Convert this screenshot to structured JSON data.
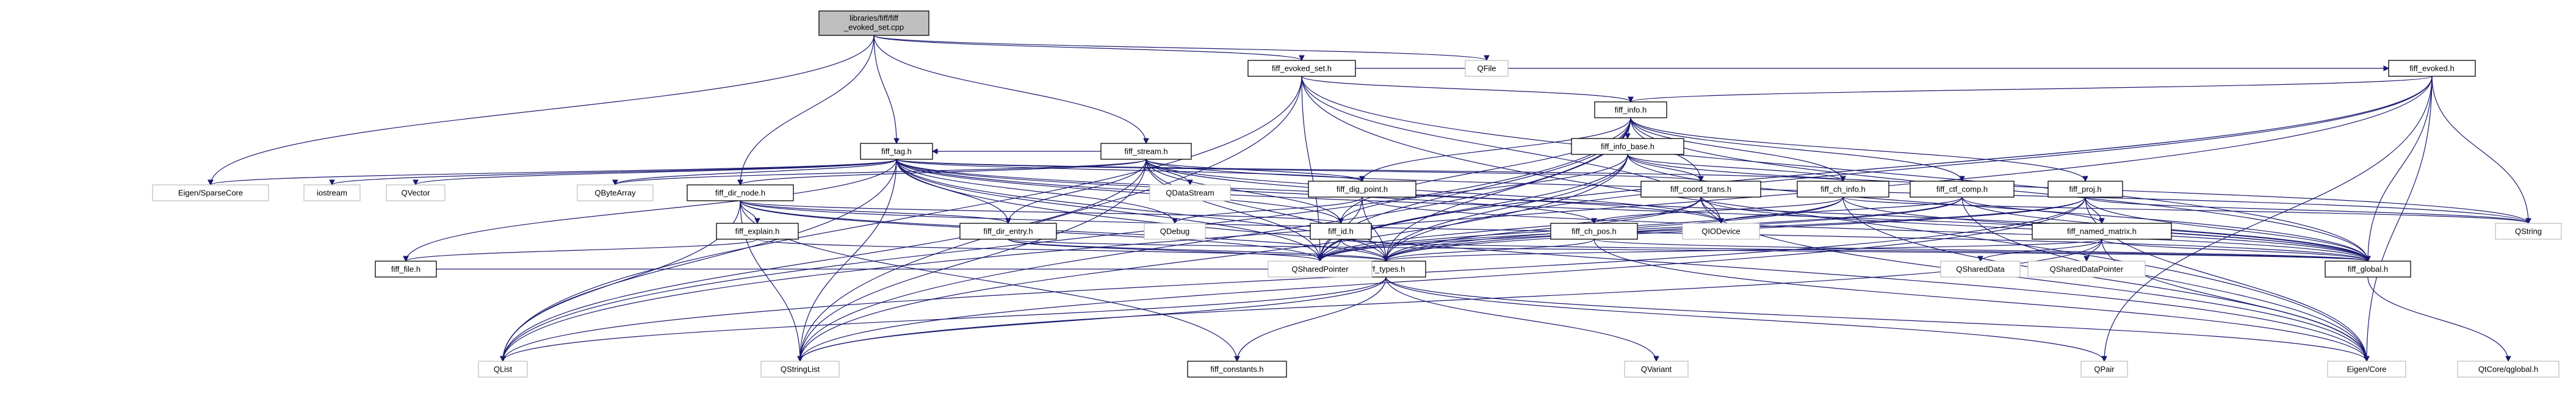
{
  "diagram": {
    "root_id": "root",
    "nodes": [
      {
        "id": "root",
        "lines": [
          "libraries/fiff/fiff",
          "_evoked_set.cpp"
        ],
        "root": true
      },
      {
        "id": "evoked_set_h",
        "lines": [
          "fiff_evoked_set.h"
        ]
      },
      {
        "id": "qfile",
        "lines": [
          "QFile"
        ],
        "external": true
      },
      {
        "id": "evoked_h",
        "lines": [
          "fiff_evoked.h"
        ]
      },
      {
        "id": "info_h",
        "lines": [
          "fiff_info.h"
        ]
      },
      {
        "id": "info_base_h",
        "lines": [
          "fiff_info_base.h"
        ]
      },
      {
        "id": "tag_h",
        "lines": [
          "fiff_tag.h"
        ]
      },
      {
        "id": "stream_h",
        "lines": [
          "fiff_stream.h"
        ]
      },
      {
        "id": "dig_point_h",
        "lines": [
          "fiff_dig_point.h"
        ]
      },
      {
        "id": "coord_trans_h",
        "lines": [
          "fiff_coord_trans.h"
        ]
      },
      {
        "id": "ch_info_h",
        "lines": [
          "fiff_ch_info.h"
        ]
      },
      {
        "id": "ctf_comp_h",
        "lines": [
          "fiff_ctf_comp.h"
        ]
      },
      {
        "id": "proj_h",
        "lines": [
          "fiff_proj.h"
        ]
      },
      {
        "id": "dir_node_h",
        "lines": [
          "fiff_dir_node.h"
        ]
      },
      {
        "id": "explain_h",
        "lines": [
          "fiff_explain.h"
        ]
      },
      {
        "id": "dir_entry_h",
        "lines": [
          "fiff_dir_entry.h"
        ]
      },
      {
        "id": "id_h",
        "lines": [
          "fiff_id.h"
        ]
      },
      {
        "id": "ch_pos_h",
        "lines": [
          "fiff_ch_pos.h"
        ]
      },
      {
        "id": "named_matrix_h",
        "lines": [
          "fiff_named_matrix.h"
        ]
      },
      {
        "id": "file_h",
        "lines": [
          "fiff_file.h"
        ]
      },
      {
        "id": "types_h",
        "lines": [
          "fiff_types.h"
        ]
      },
      {
        "id": "global_h",
        "lines": [
          "fiff_global.h"
        ]
      },
      {
        "id": "constants_h",
        "lines": [
          "fiff_constants.h"
        ]
      },
      {
        "id": "eigen_sparse",
        "lines": [
          "Eigen/SparseCore"
        ],
        "external": true
      },
      {
        "id": "iostream",
        "lines": [
          "iostream"
        ],
        "external": true
      },
      {
        "id": "qvector",
        "lines": [
          "QVector"
        ],
        "external": true
      },
      {
        "id": "qbytearray",
        "lines": [
          "QByteArray"
        ],
        "external": true
      },
      {
        "id": "qdatastream",
        "lines": [
          "QDataStream"
        ],
        "external": true
      },
      {
        "id": "qdebug",
        "lines": [
          "QDebug"
        ],
        "external": true
      },
      {
        "id": "qiodevice",
        "lines": [
          "QIODevice"
        ],
        "external": true
      },
      {
        "id": "qstring",
        "lines": [
          "QString"
        ],
        "external": true
      },
      {
        "id": "qshareddata",
        "lines": [
          "QSharedData"
        ],
        "external": true
      },
      {
        "id": "qshareddatapointer",
        "lines": [
          "QSharedDataPointer"
        ],
        "external": true
      },
      {
        "id": "qsharedpointer",
        "lines": [
          "QSharedPointer"
        ],
        "external": true
      },
      {
        "id": "qlist",
        "lines": [
          "QList"
        ],
        "external": true
      },
      {
        "id": "qstringlist",
        "lines": [
          "QStringList"
        ],
        "external": true
      },
      {
        "id": "qvariant",
        "lines": [
          "QVariant"
        ],
        "external": true
      },
      {
        "id": "qpair",
        "lines": [
          "QPair"
        ],
        "external": true
      },
      {
        "id": "eigen_core",
        "lines": [
          "Eigen/Core"
        ],
        "external": true
      },
      {
        "id": "qtcoreglobal",
        "lines": [
          "QtCore/qglobal.h"
        ],
        "external": true
      }
    ],
    "edges": [
      [
        "root",
        "evoked_set_h"
      ],
      [
        "root",
        "qfile"
      ],
      [
        "root",
        "tag_h"
      ],
      [
        "root",
        "stream_h"
      ],
      [
        "root",
        "dir_node_h"
      ],
      [
        "root",
        "eigen_sparse"
      ],
      [
        "evoked_set_h",
        "evoked_h"
      ],
      [
        "evoked_set_h",
        "info_h"
      ],
      [
        "evoked_set_h",
        "global_h"
      ],
      [
        "evoked_set_h",
        "eigen_core"
      ],
      [
        "evoked_set_h",
        "qsharedpointer"
      ],
      [
        "evoked_set_h",
        "qlist"
      ],
      [
        "evoked_set_h",
        "qstringlist"
      ],
      [
        "evoked_set_h",
        "qiodevice"
      ],
      [
        "evoked_h",
        "info_h"
      ],
      [
        "evoked_h",
        "global_h"
      ],
      [
        "evoked_h",
        "types_h"
      ],
      [
        "evoked_h",
        "qstring"
      ],
      [
        "evoked_h",
        "eigen_core"
      ],
      [
        "evoked_h",
        "qsharedpointer"
      ],
      [
        "evoked_h",
        "qlist"
      ],
      [
        "evoked_h",
        "qpair"
      ],
      [
        "evoked_h",
        "qsharedpointer"
      ],
      [
        "info_h",
        "info_base_h"
      ],
      [
        "info_h",
        "types_h"
      ],
      [
        "info_h",
        "dig_point_h"
      ],
      [
        "info_h",
        "coord_trans_h"
      ],
      [
        "info_h",
        "ch_info_h"
      ],
      [
        "info_h",
        "ctf_comp_h"
      ],
      [
        "info_h",
        "proj_h"
      ],
      [
        "info_h",
        "global_h"
      ],
      [
        "info_h",
        "id_h"
      ],
      [
        "info_h",
        "qsharedpointer"
      ],
      [
        "info_h",
        "qlist"
      ],
      [
        "info_h",
        "qstringlist"
      ],
      [
        "info_base_h",
        "types_h"
      ],
      [
        "info_base_h",
        "id_h"
      ],
      [
        "info_base_h",
        "coord_trans_h"
      ],
      [
        "info_base_h",
        "ch_info_h"
      ],
      [
        "info_base_h",
        "global_h"
      ],
      [
        "info_base_h",
        "qsharedpointer"
      ],
      [
        "info_base_h",
        "qstring"
      ],
      [
        "info_base_h",
        "qstringlist"
      ],
      [
        "tag_h",
        "types_h"
      ],
      [
        "tag_h",
        "id_h"
      ],
      [
        "tag_h",
        "dig_point_h"
      ],
      [
        "tag_h",
        "coord_trans_h"
      ],
      [
        "tag_h",
        "ch_info_h"
      ],
      [
        "tag_h",
        "ch_pos_h"
      ],
      [
        "tag_h",
        "dir_entry_h"
      ],
      [
        "tag_h",
        "file_h"
      ],
      [
        "tag_h",
        "global_h"
      ],
      [
        "tag_h",
        "qbytearray"
      ],
      [
        "tag_h",
        "qvector"
      ],
      [
        "tag_h",
        "iostream"
      ],
      [
        "tag_h",
        "eigen_sparse"
      ],
      [
        "tag_h",
        "qlist"
      ],
      [
        "tag_h",
        "qsharedpointer"
      ],
      [
        "tag_h",
        "qstringlist"
      ],
      [
        "tag_h",
        "eigen_core"
      ],
      [
        "tag_h",
        "qdebug"
      ],
      [
        "tag_h",
        "qiodevice"
      ],
      [
        "stream_h",
        "tag_h"
      ],
      [
        "stream_h",
        "dir_node_h"
      ],
      [
        "stream_h",
        "qdatastream"
      ],
      [
        "stream_h",
        "qbytearray"
      ],
      [
        "stream_h",
        "types_h"
      ],
      [
        "stream_h",
        "id_h"
      ],
      [
        "stream_h",
        "dig_point_h"
      ],
      [
        "stream_h",
        "global_h"
      ],
      [
        "stream_h",
        "dir_entry_h"
      ],
      [
        "stream_h",
        "qsharedpointer"
      ],
      [
        "stream_h",
        "qlist"
      ],
      [
        "stream_h",
        "qstringlist"
      ],
      [
        "stream_h",
        "qiodevice"
      ],
      [
        "stream_h",
        "qstring"
      ],
      [
        "dig_point_h",
        "types_h"
      ],
      [
        "dig_point_h",
        "global_h"
      ],
      [
        "dig_point_h",
        "qsharedpointer"
      ],
      [
        "dig_point_h",
        "qdebug"
      ],
      [
        "coord_trans_h",
        "types_h"
      ],
      [
        "coord_trans_h",
        "global_h"
      ],
      [
        "coord_trans_h",
        "eigen_core"
      ],
      [
        "coord_trans_h",
        "qsharedpointer"
      ],
      [
        "coord_trans_h",
        "qiodevice"
      ],
      [
        "ch_info_h",
        "types_h"
      ],
      [
        "ch_info_h",
        "ch_pos_h"
      ],
      [
        "ch_info_h",
        "global_h"
      ],
      [
        "ch_info_h",
        "qsharedpointer"
      ],
      [
        "ch_info_h",
        "eigen_core"
      ],
      [
        "ch_info_h",
        "qstring"
      ],
      [
        "ctf_comp_h",
        "named_matrix_h"
      ],
      [
        "ctf_comp_h",
        "types_h"
      ],
      [
        "ctf_comp_h",
        "global_h"
      ],
      [
        "ctf_comp_h",
        "qsharedpointer"
      ],
      [
        "ctf_comp_h",
        "eigen_core"
      ],
      [
        "ctf_comp_h",
        "qiodevice"
      ],
      [
        "proj_h",
        "named_matrix_h"
      ],
      [
        "proj_h",
        "types_h"
      ],
      [
        "proj_h",
        "global_h"
      ],
      [
        "proj_h",
        "qsharedpointer"
      ],
      [
        "proj_h",
        "qstring"
      ],
      [
        "proj_h",
        "eigen_core"
      ],
      [
        "proj_h",
        "qlist"
      ],
      [
        "proj_h",
        "qstringlist"
      ],
      [
        "dir_node_h",
        "explain_h"
      ],
      [
        "dir_node_h",
        "dir_entry_h"
      ],
      [
        "dir_node_h",
        "id_h"
      ],
      [
        "dir_node_h",
        "types_h"
      ],
      [
        "dir_node_h",
        "global_h"
      ],
      [
        "dir_node_h",
        "qlist"
      ],
      [
        "dir_node_h",
        "qstringlist"
      ],
      [
        "dir_node_h",
        "qsharedpointer"
      ],
      [
        "dir_node_h",
        "constants_h"
      ],
      [
        "explain_h",
        "types_h"
      ],
      [
        "explain_h",
        "file_h"
      ],
      [
        "dir_entry_h",
        "types_h"
      ],
      [
        "dir_entry_h",
        "global_h"
      ],
      [
        "dir_entry_h",
        "qsharedpointer"
      ],
      [
        "id_h",
        "types_h"
      ],
      [
        "id_h",
        "global_h"
      ],
      [
        "id_h",
        "qsharedpointer"
      ],
      [
        "ch_pos_h",
        "types_h"
      ],
      [
        "ch_pos_h",
        "global_h"
      ],
      [
        "ch_pos_h",
        "eigen_core"
      ],
      [
        "named_matrix_h",
        "types_h"
      ],
      [
        "named_matrix_h",
        "global_h"
      ],
      [
        "named_matrix_h",
        "qshareddata"
      ],
      [
        "named_matrix_h",
        "qshareddatapointer"
      ],
      [
        "named_matrix_h",
        "eigen_core"
      ],
      [
        "named_matrix_h",
        "qstringlist"
      ],
      [
        "types_h",
        "constants_h"
      ],
      [
        "types_h",
        "qlist"
      ],
      [
        "types_h",
        "qstringlist"
      ],
      [
        "types_h",
        "qvariant"
      ],
      [
        "types_h",
        "qpair"
      ],
      [
        "types_h",
        "eigen_core"
      ],
      [
        "global_h",
        "qtcoreglobal"
      ],
      [
        "file_h",
        "types_h"
      ]
    ]
  }
}
